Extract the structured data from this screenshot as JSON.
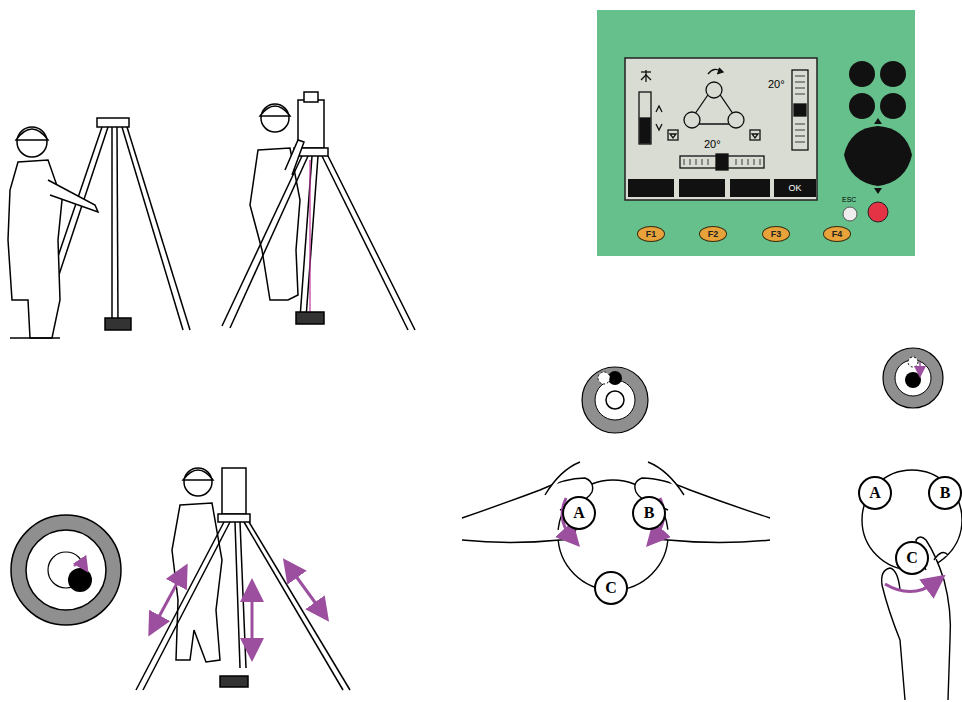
{
  "diagram": {
    "nodes": [
      {
        "text": [
          "OK"
        ]
      },
      {
        "text": [
          "F1"
        ]
      },
      {
        "text": [
          "F2"
        ]
      },
      {
        "text": [
          "F3"
        ]
      },
      {
        "text": [
          "F4"
        ]
      },
      {
        "text": [
          "A"
        ]
      },
      {
        "text": [
          "B"
        ]
      },
      {
        "text": [
          "C"
        ]
      },
      {
        "text": [
          "A"
        ]
      },
      {
        "text": [
          "B"
        ]
      },
      {
        "text": [
          "C"
        ]
      }
    ],
    "labels": [
      "20°",
      "20°",
      "ESC"
    ]
  }
}
